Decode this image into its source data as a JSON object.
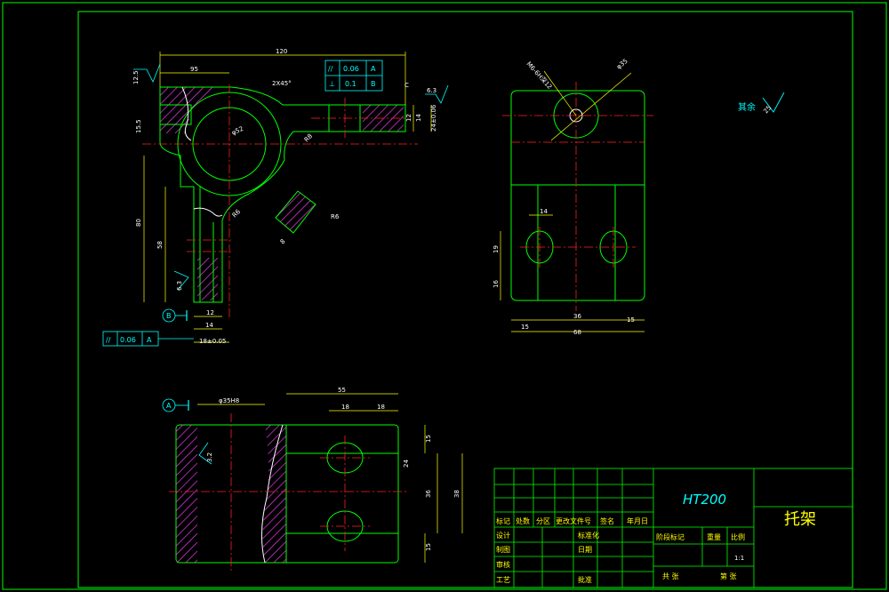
{
  "drawing": {
    "material": "HT200",
    "part_name": "托架",
    "scale_value": "1:1"
  },
  "top_view": {
    "dims": {
      "overall_length": "120",
      "boss_offset": "95",
      "chamfer": "2X45°",
      "bore_dia": "φ52",
      "slot_width": "12",
      "slot_depth": "14",
      "overall_height": "24±0.06",
      "left_height": "15.5",
      "arm_length": "80",
      "arm_inner": "58",
      "radius_1": "R8",
      "radius_2": "R6",
      "arm_width_12": "12",
      "arm_width_14": "14",
      "arm_width_tol": "18±0.05",
      "radius_small": "R6",
      "radius_slot": "8"
    },
    "roughness": [
      "12.5",
      "6.3",
      "6.3"
    ],
    "chamfer_c": "C",
    "datum_b": "B",
    "fcf_top": [
      {
        "symbol": "//",
        "value": "0.06",
        "datum": "A"
      },
      {
        "symbol": "⊥",
        "value": "0.1",
        "datum": "B"
      }
    ],
    "fcf_bottom": {
      "symbol": "//",
      "value": "0.06",
      "datum": "A"
    }
  },
  "side_view": {
    "dims": {
      "thread": "M6-6H深12",
      "hole_dia": "φ35",
      "hole_spacing_14": "14",
      "v_19": "19",
      "v_16": "16",
      "h_15_left": "15",
      "h_36": "36",
      "h_15_right": "15",
      "h_68": "68"
    }
  },
  "bottom_view": {
    "dims": {
      "bore_fit": "φ35H8",
      "length_55": "55",
      "seg_18_a": "18",
      "seg_18_b": "18",
      "v_15_top": "15",
      "v_24": "24",
      "v_36": "36",
      "v_38": "38",
      "v_15_bottom": "15"
    },
    "roughness": "3.2",
    "datum_a": "A"
  },
  "general_roughness": {
    "label": "其余",
    "value": "25"
  },
  "title_block": {
    "headers": [
      "标记",
      "处数",
      "分区",
      "更改文件号",
      "签名",
      "年月日"
    ],
    "rows": [
      "设计",
      "制图",
      "审核",
      "工艺"
    ],
    "std_label": "标准化",
    "approve_label": "批准",
    "date_label": "日期",
    "stage_mark": "阶段标记",
    "weight": "重量",
    "scale": "比例",
    "sheets_total": "共 张",
    "sheet_no": "第 张"
  }
}
